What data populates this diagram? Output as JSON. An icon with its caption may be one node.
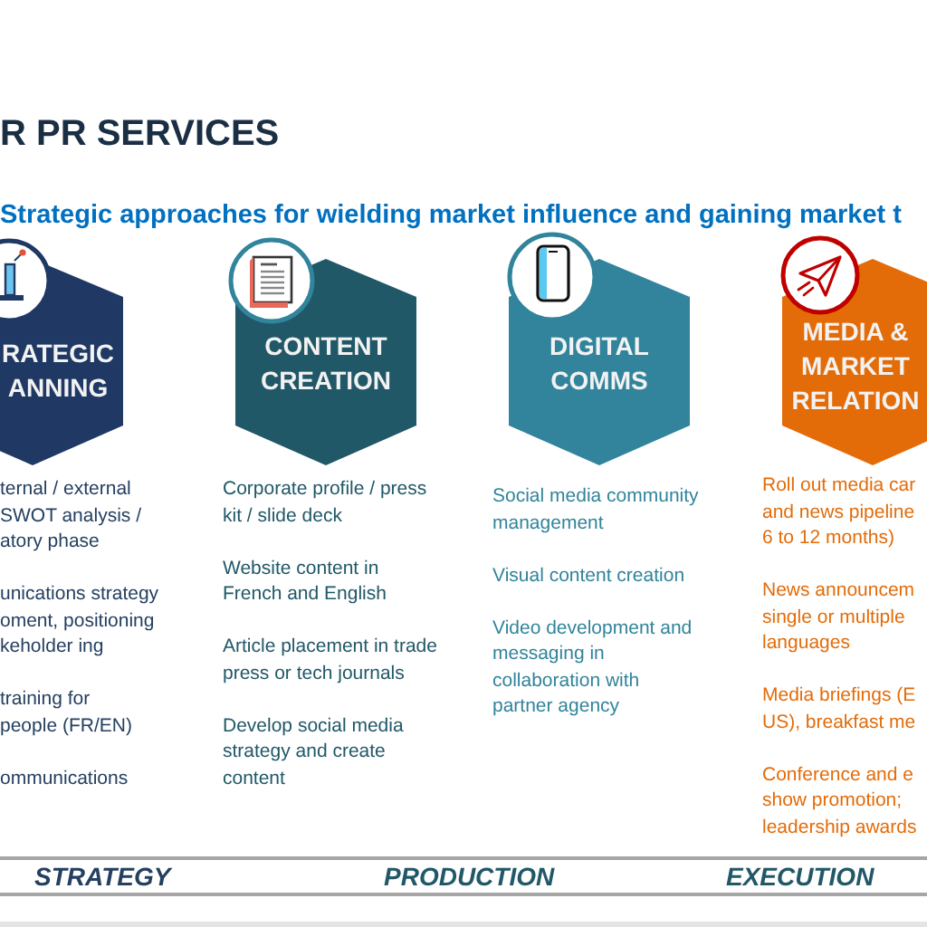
{
  "diagram": {
    "title": "R PR SERVICES",
    "nodes": [
      {
        "text": [
          "RATEGIC ANNING"
        ],
        "beside": [
          "ternal / external SWOT analysis / atory phase",
          "unications strategy oment, positioning keholder ing",
          "training for people (FR/EN)",
          "ommunications"
        ]
      },
      {
        "text": [
          "CONTENT CREATION"
        ],
        "beside": [
          "Corporate profile / press kit / slide deck",
          "Website content in French and English",
          "Article placement in trade press or tech journals",
          "Develop social media strategy and create content"
        ]
      },
      {
        "text": [
          "DIGITAL COMMS"
        ],
        "beside": [
          "Social media community management",
          "Visual content creation",
          "Video development and messaging in collaboration with partner agency"
        ]
      },
      {
        "text": [
          "MEDIA & MARKET RELATION"
        ],
        "beside": [
          "Roll out media car and news pipeline 6 to 12 months)",
          "News announcem single or multiple languages",
          "Media briefings (E US), breakfast me",
          "Conference and e show promotion; leadership awards"
        ]
      }
    ],
    "labels": [
      "Strategic approaches for wielding market influence and gaining market t",
      "STRATEGY",
      "PRODUCTION",
      "EXECUTION"
    ]
  }
}
